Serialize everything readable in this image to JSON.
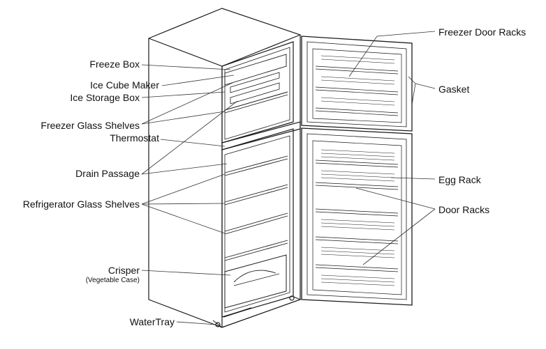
{
  "labels": {
    "freeze_box": "Freeze Box",
    "ice_cube_maker": "Ice Cube Maker",
    "ice_storage_box": "Ice Storage Box",
    "freezer_glass_shelves": "Freezer Glass Shelves",
    "thermostat": "Thermostat",
    "drain_passage": "Drain Passage",
    "refrigerator_glass_shelves": "Refrigerator Glass Shelves",
    "crisper": "Crisper",
    "crisper_sub": "(Vegetable Case)",
    "water_tray": "WaterTray",
    "freezer_door_racks": "Freezer Door Racks",
    "gasket": "Gasket",
    "egg_rack": "Egg Rack",
    "door_racks": "Door Racks"
  }
}
